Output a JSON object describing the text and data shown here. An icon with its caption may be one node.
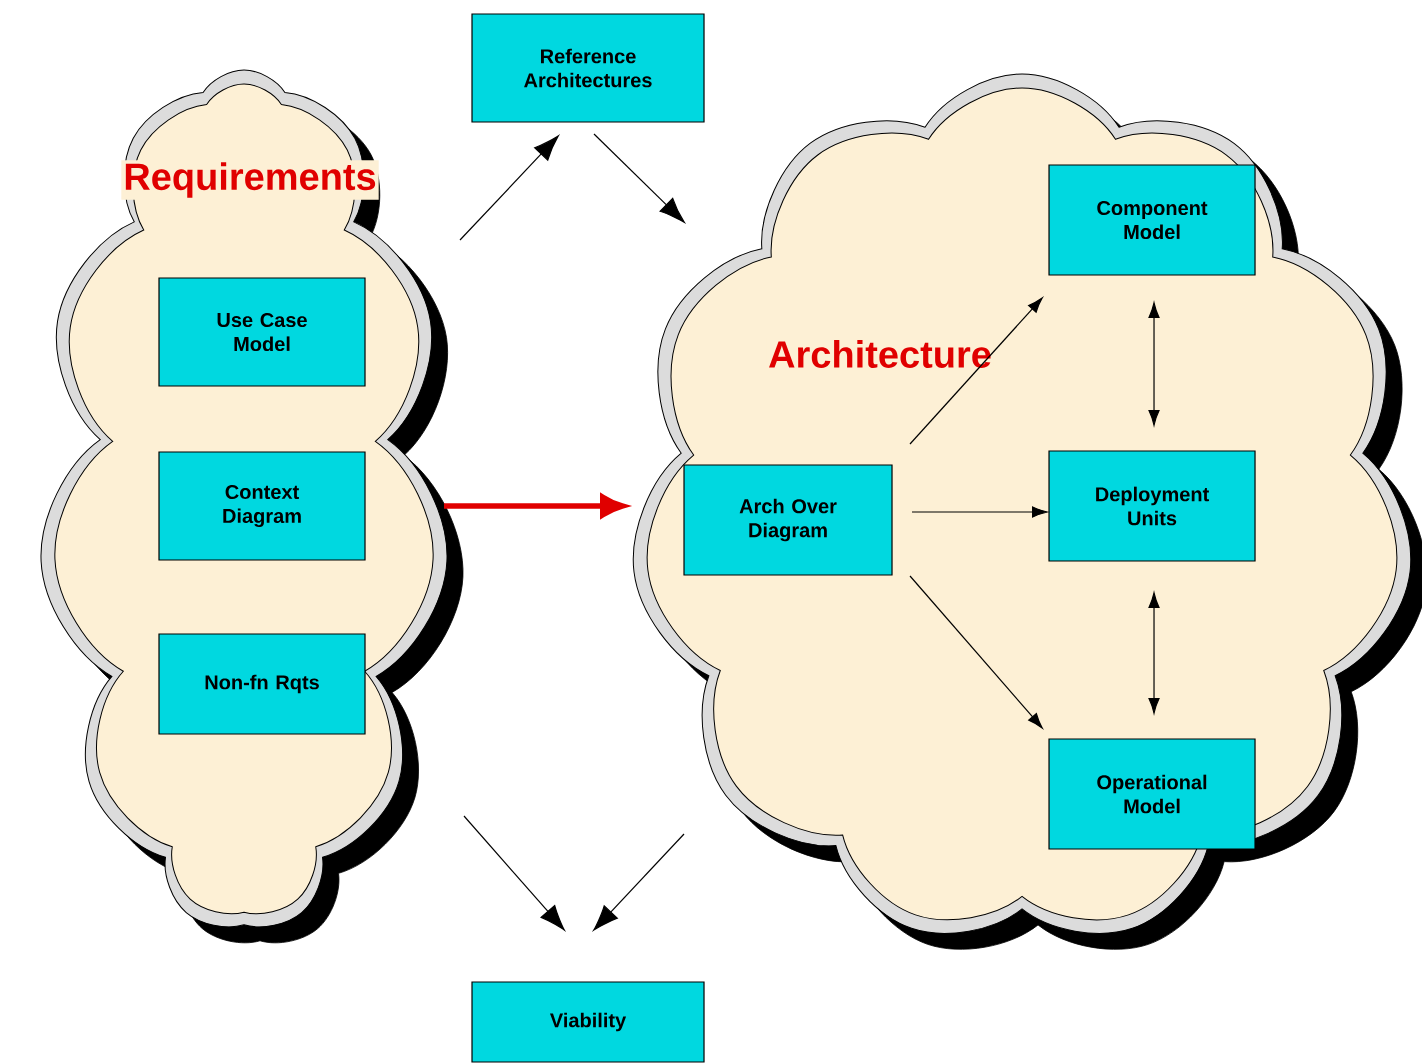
{
  "diagram": {
    "nodes": [
      {
        "text": [
          "Requirements"
        ]
      },
      {
        "text": [
          "Use Case Model"
        ],
        "in": 0
      },
      {
        "text": [
          "Context Diagram"
        ],
        "in": 0
      },
      {
        "text": [
          "Non-fn Rqts"
        ],
        "in": 0
      },
      {
        "text": [
          "Reference Architectures"
        ]
      },
      {
        "text": [
          "Architecture"
        ]
      },
      {
        "text": [
          "Arch Over Diagram"
        ],
        "in": 5
      },
      {
        "text": [
          "Component Model"
        ],
        "in": 5
      },
      {
        "text": [
          "Deployment Units"
        ],
        "in": 5
      },
      {
        "text": [
          "Operational Model"
        ],
        "in": 5
      },
      {
        "text": [
          "Viability"
        ]
      }
    ],
    "edges": [
      {
        "from": 0,
        "to": 4,
        "arrow": "to"
      },
      {
        "from": 4,
        "to": 5,
        "arrow": "to"
      },
      {
        "from": 0,
        "to": 5,
        "arrow": "to",
        "style": "thick",
        "color": "#e00000"
      },
      {
        "from": 0,
        "to": 10,
        "arrow": "to"
      },
      {
        "from": 5,
        "to": 10,
        "arrow": "to"
      },
      {
        "from": 6,
        "to": 7,
        "arrow": "to"
      },
      {
        "from": 6,
        "to": 8,
        "arrow": "to"
      },
      {
        "from": 6,
        "to": 9,
        "arrow": "to"
      },
      {
        "from": 7,
        "to": 8,
        "arrow": "both"
      },
      {
        "from": 8,
        "to": 9,
        "arrow": "both"
      }
    ]
  }
}
